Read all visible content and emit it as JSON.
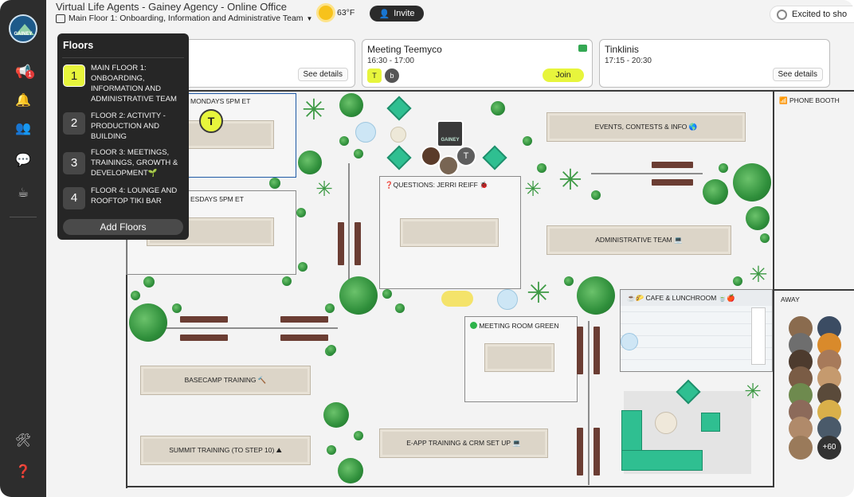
{
  "header": {
    "app_title": "Virtual Life Agents - Gainey Agency - Online Office",
    "floor_selector": "Main Floor 1: Onboarding, Information and Administrative Team",
    "temperature": "63°F",
    "invite_label": "Invite",
    "status_text": "Excited to sho"
  },
  "sidebar": {
    "logo_text": "GAINEY",
    "notification_count": "1",
    "icons": [
      "megaphone-icon",
      "bell-icon",
      "people-icon",
      "chat-icon",
      "coffee-icon",
      "tools-icon",
      "help-icon"
    ]
  },
  "events": [
    {
      "title": "g",
      "time": "",
      "action": "See details"
    },
    {
      "title": "Meeting Teemyco",
      "time": "16:30 - 17:00",
      "action": "Join",
      "attendees": [
        "T",
        "b"
      ]
    },
    {
      "title": "Tinklinis",
      "time": "17:15 - 20:30",
      "action": "See details"
    }
  ],
  "floors_panel": {
    "title": "Floors",
    "items": [
      {
        "number": "1",
        "name": "MAIN FLOOR 1: ONBOARDING, INFORMATION AND ADMINISTRATIVE TEAM",
        "active": true
      },
      {
        "number": "2",
        "name": "FLOOR 2: ACTIVITY - PRODUCTION AND BUILDING",
        "active": false
      },
      {
        "number": "3",
        "name": "FLOOR 3: MEETINGS, TRAININGS, GROWTH & DEVELOPMENT🌱",
        "active": false
      },
      {
        "number": "4",
        "name": "FLOOR 4: LOUNGE AND ROOFTOP TIKI BAR",
        "active": false
      }
    ],
    "add_label": "Add Floors"
  },
  "map": {
    "rooms": {
      "mondays": "MONDAYS 5PM ET",
      "wednesdays": "ESDAYS 5PM ET",
      "questions": "❓QUESTIONS: JERRI REIFF 🐞",
      "meeting_green": "MEETING ROOM GREEN",
      "cafe": "☕🌮 CAFE & LUNCHROOM 🍵🍎",
      "phone_booth": "PHONE BOOTH",
      "away": "AWAY"
    },
    "tables": {
      "events": "EVENTS, CONTESTS & INFO 🌎",
      "admin": "ADMINISTRATIVE TEAM 💻",
      "basecamp": "BASECAMP TRAINING 🔨",
      "summit": "SUMMIT TRAINING (TO STEP 10) ⛰",
      "eapp": "E-APP TRAINING & CRM SET UP 💻"
    },
    "people": {
      "t_avatar": "T",
      "away_more": "+60"
    }
  },
  "colors": {
    "sidebar_bg": "#2d2d2d",
    "accent_yellow": "#e7f53c",
    "panel_bg": "#262626",
    "teal": "#2fbf91",
    "bench": "#6b3d33"
  }
}
